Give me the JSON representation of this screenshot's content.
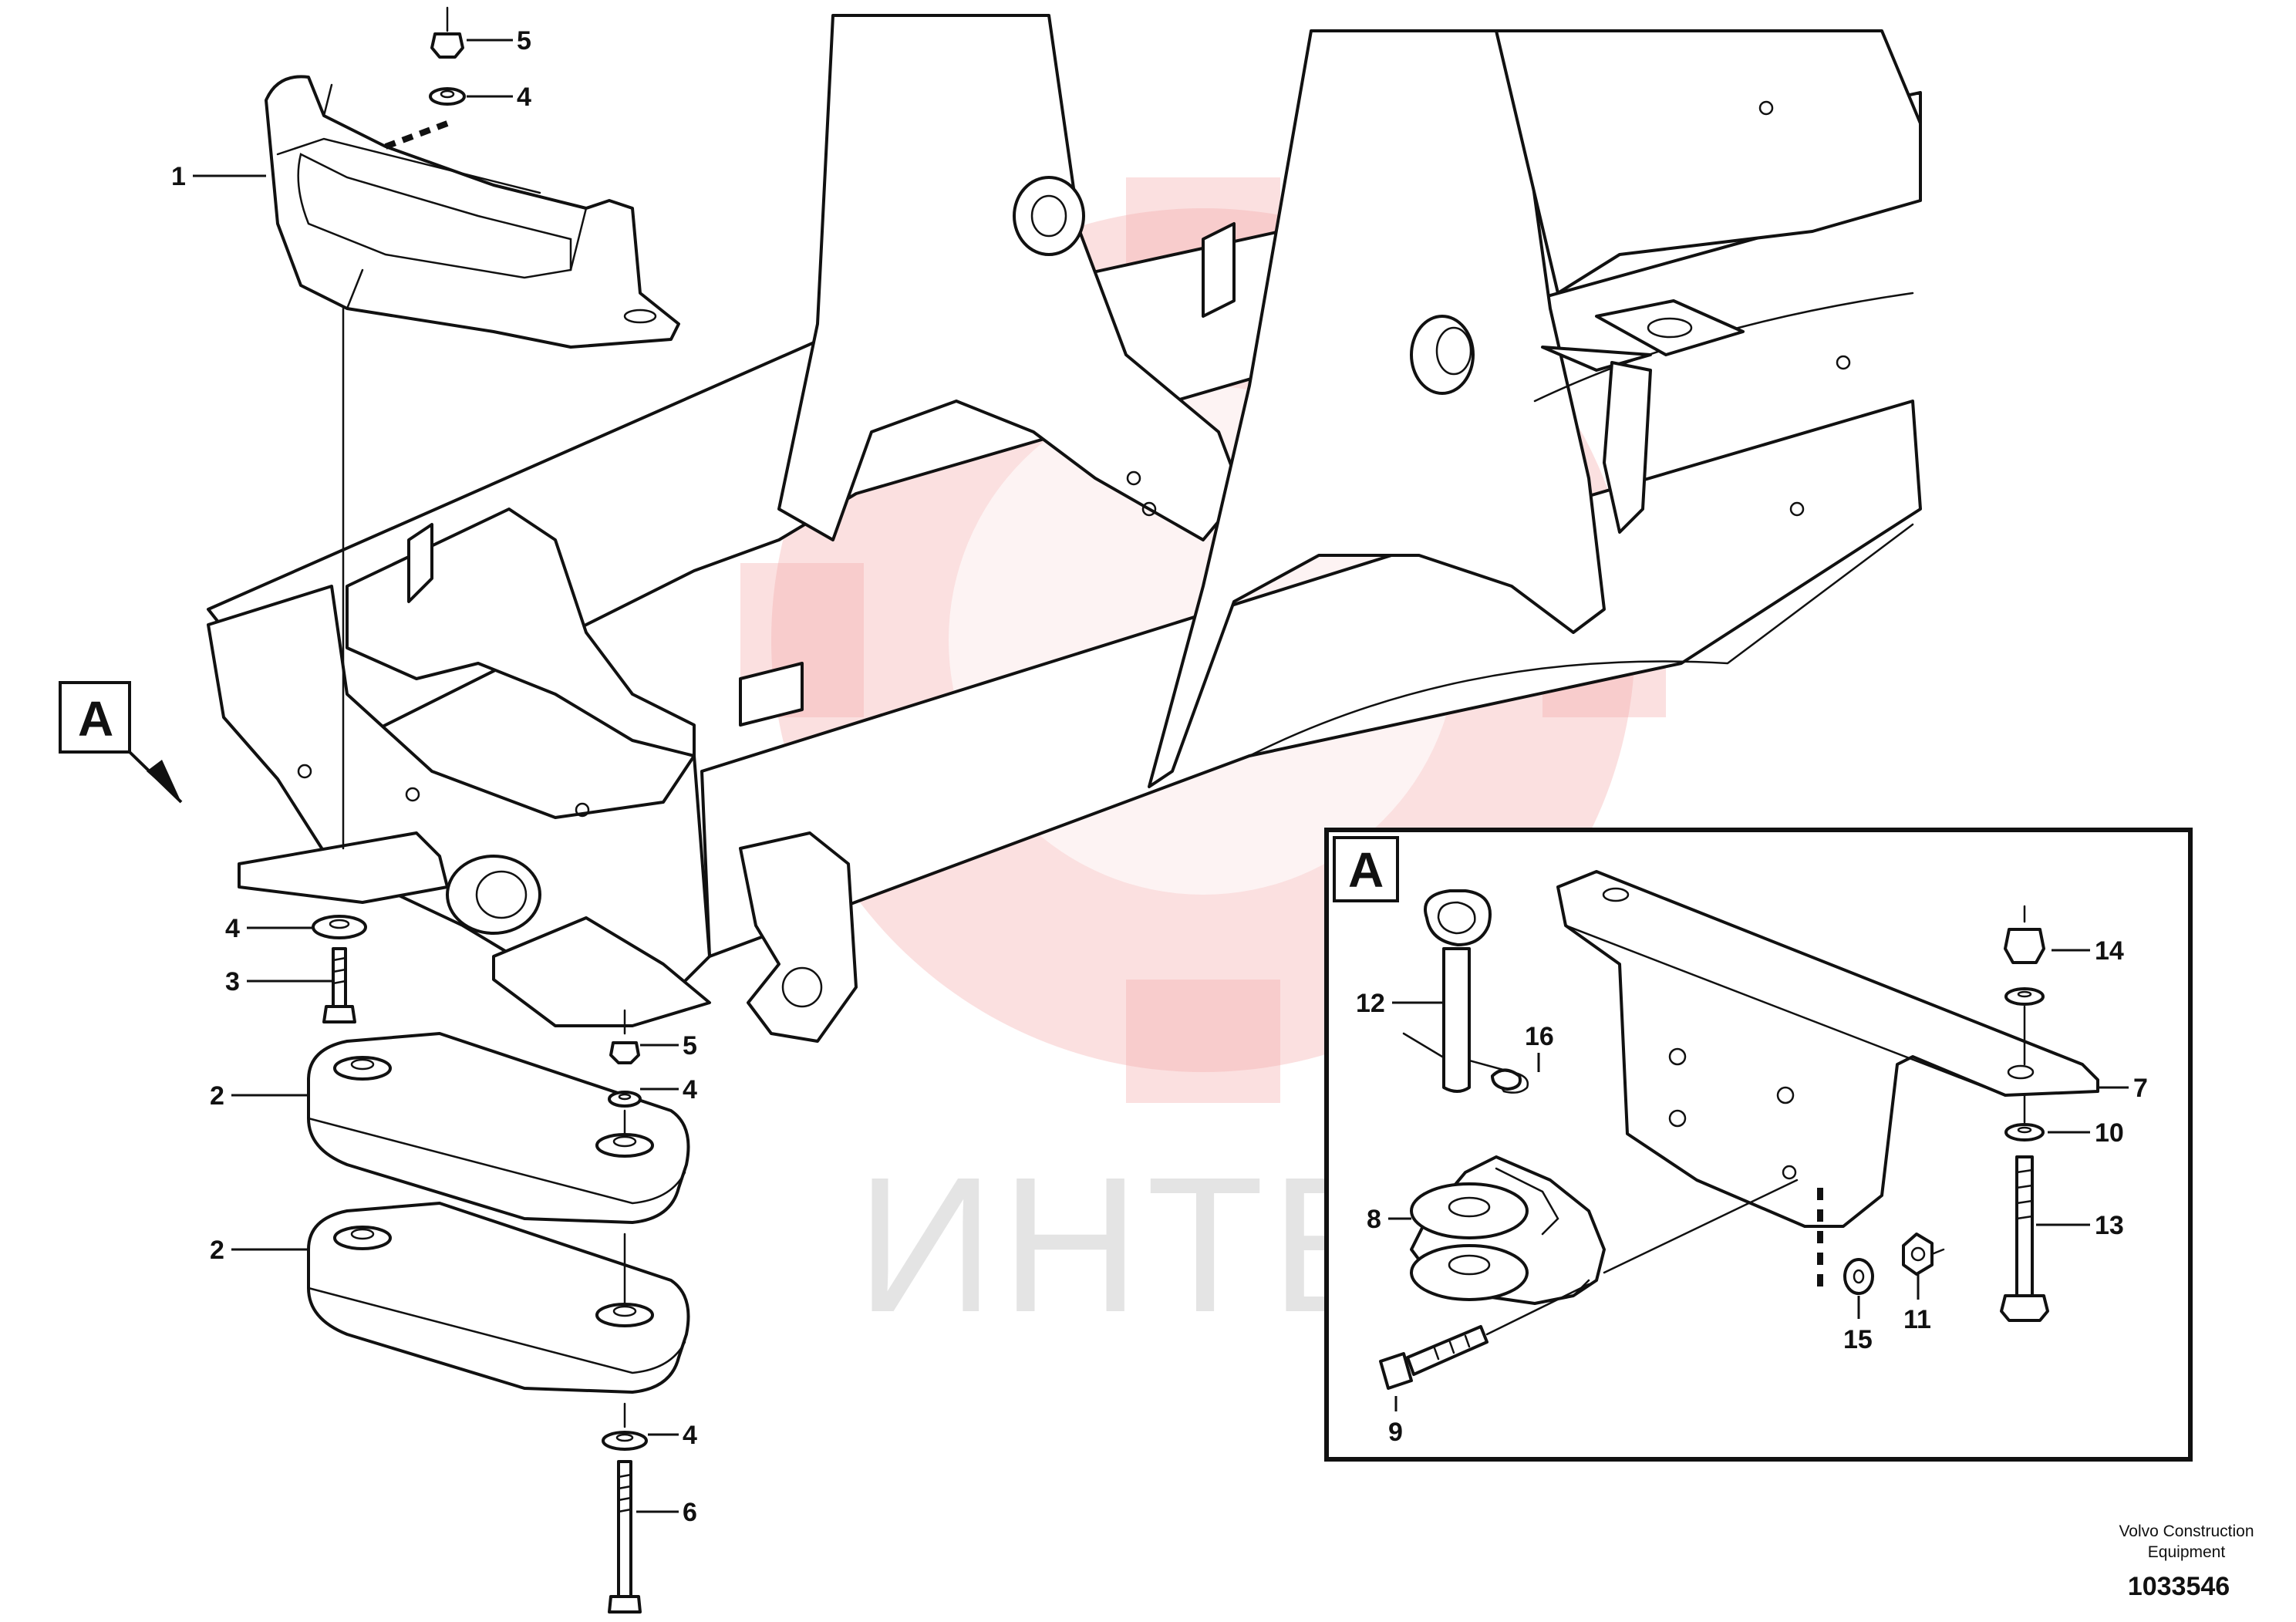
{
  "watermark": {
    "text": "ИНТЕХ",
    "color": "#f3a6a6"
  },
  "main_view": {
    "view_marker": "A"
  },
  "detail_view": {
    "title": "A"
  },
  "callouts": {
    "c1": "1",
    "c2a": "2",
    "c2b": "2",
    "c3": "3",
    "c4a": "4",
    "c4b": "4",
    "c4c": "4",
    "c4d": "4",
    "c5a": "5",
    "c5b": "5",
    "c6": "6",
    "c7": "7",
    "c8": "8",
    "c9": "9",
    "c10": "10",
    "c11": "11",
    "c12": "12",
    "c13": "13",
    "c14": "14",
    "c15": "15",
    "c16": "16"
  },
  "footer": {
    "brand_line1": "Volvo Construction",
    "brand_line2": "Equipment",
    "drawing_number": "1033546"
  }
}
